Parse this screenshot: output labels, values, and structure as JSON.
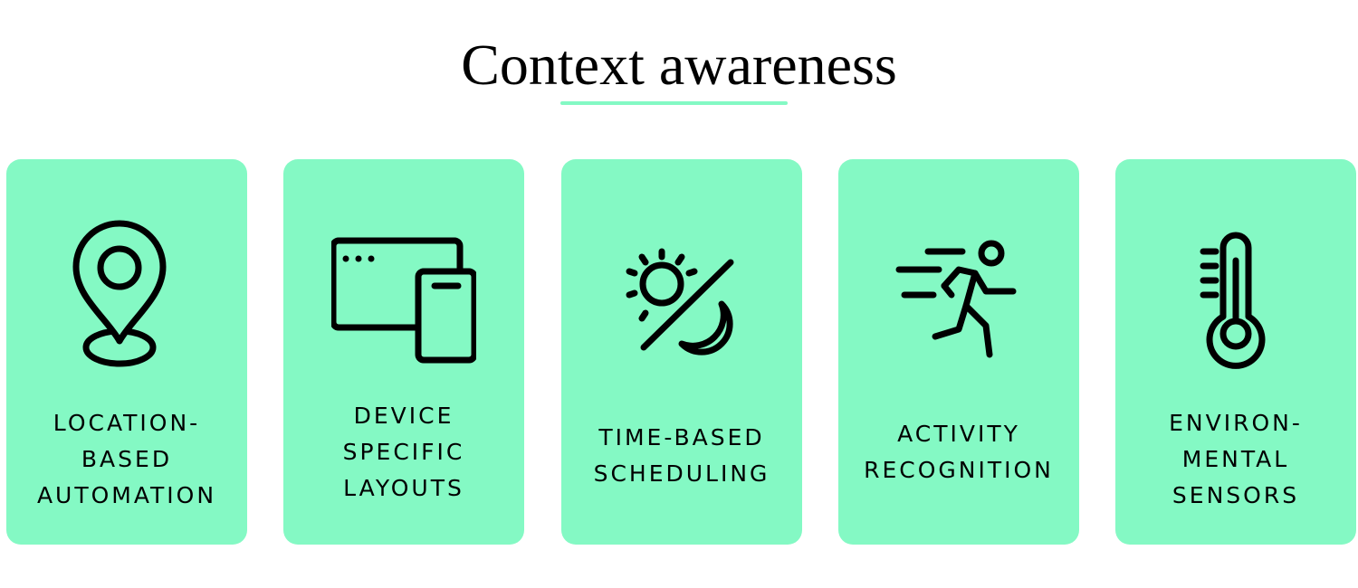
{
  "title": "Context awareness",
  "colors": {
    "accent": "#84f9c4",
    "text": "#000000"
  },
  "cards": [
    {
      "icon": "location-pin-icon",
      "lines": [
        "LOCATION-",
        "BASED",
        "AUTOMATION"
      ]
    },
    {
      "icon": "devices-icon",
      "lines": [
        "DEVICE",
        "SPECIFIC",
        "LAYOUTS"
      ]
    },
    {
      "icon": "day-night-icon",
      "lines": [
        "TIME-BASED",
        "SCHEDULING"
      ]
    },
    {
      "icon": "running-person-icon",
      "lines": [
        "ACTIVITY",
        "RECOGNITION"
      ]
    },
    {
      "icon": "thermometer-icon",
      "lines": [
        "ENVIRON-",
        "MENTAL",
        "SENSORS"
      ]
    }
  ]
}
